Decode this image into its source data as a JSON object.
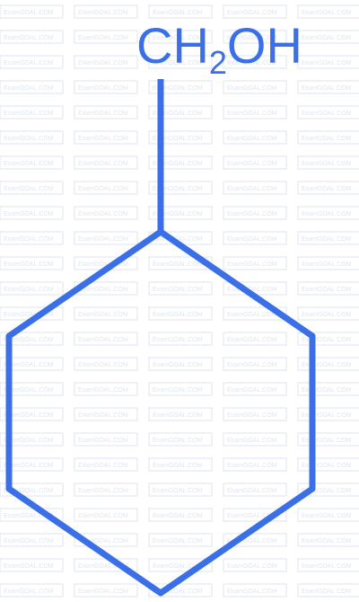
{
  "molecule": {
    "substituent_label": {
      "prefix": "CH",
      "subscript": "2",
      "suffix": "OH"
    },
    "ring": "cyclohexane",
    "color": "#3a6fe8"
  },
  "watermark": {
    "text": "ExamGOAL.COM",
    "color": "#dde6f1"
  }
}
